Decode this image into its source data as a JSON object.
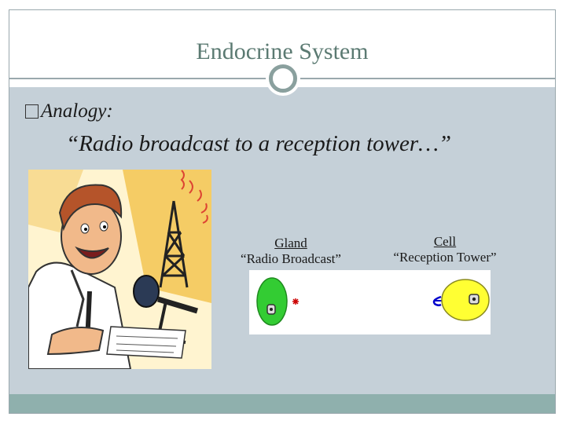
{
  "slide": {
    "title": "Endocrine System",
    "bullet_label": "Analogy:",
    "analogy_text": "“Radio broadcast to a reception tower…”"
  },
  "diagram": {
    "gland_title": "Gland",
    "gland_caption": "“Radio Broadcast”",
    "cell_title": "Cell",
    "cell_caption": "“Reception Tower”"
  },
  "colors": {
    "content_bg": "#c5d0d8",
    "footer_bg": "#8fb0ad",
    "title_color": "#5b7a72",
    "gland_fill": "#33cc33",
    "cell_fill": "#ffff33",
    "hormone_dot": "#cc0000",
    "receptor": "#0000cc"
  },
  "icons": {
    "illustration": "radio-announcer-illustration",
    "bullet": "bullet-box-icon"
  }
}
